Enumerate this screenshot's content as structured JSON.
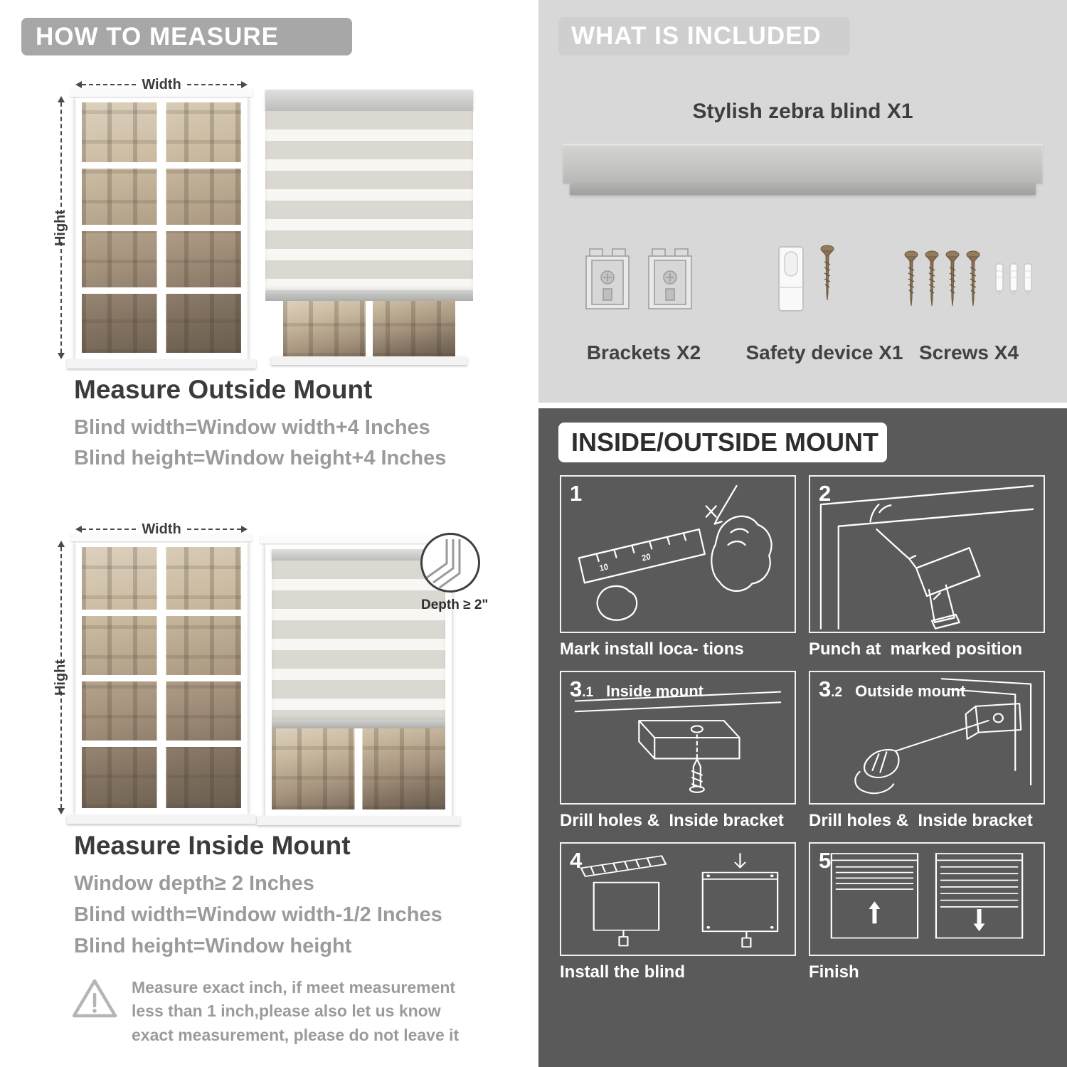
{
  "colors": {
    "header_gray": "#a7a7a7",
    "panel_light": "#d8d8d8",
    "panel_dark": "#5a5a5a",
    "heading_dark": "#3b3b3b",
    "body_gray": "#9b9b9b"
  },
  "left": {
    "header": "HOW TO MEASURE",
    "outside": {
      "width_label": "Width",
      "height_label": "Hight",
      "title": "Measure Outside Mount",
      "line1": "Blind width=Window width+4 Inches",
      "line2": "Blind height=Window height+4 Inches"
    },
    "inside": {
      "width_label": "Width",
      "height_label": "Hight",
      "depth_label": "Depth ≥ 2\"",
      "title": "Measure Inside Mount",
      "line1": "Window depth≥ 2 Inches",
      "line2": "Blind width=Window width-1/2 Inches",
      "line3": "Blind height=Window height"
    },
    "note": "Measure exact inch, if meet measurement less than 1 inch,please also let us know exact measurement, please do not leave it"
  },
  "included": {
    "header": "WHAT IS INCLUDED",
    "blind_label": "Stylish zebra blind X1",
    "items": [
      {
        "label": "Brackets X2"
      },
      {
        "label": "Safety device X1"
      },
      {
        "label": "Screws X4"
      }
    ]
  },
  "mount": {
    "header": "INSIDE/OUTSIDE MOUNT",
    "steps": [
      {
        "num": "1",
        "sub": "",
        "inline": "",
        "caption": "Mark install loca- tions"
      },
      {
        "num": "2",
        "sub": "",
        "inline": "",
        "caption": "Punch at  marked position"
      },
      {
        "num": "3",
        "sub": ".1",
        "inline": "Inside mount",
        "caption": "Drill holes &  Inside bracket"
      },
      {
        "num": "3",
        "sub": ".2",
        "inline": "Outside mount",
        "caption": "Drill holes &  Inside bracket"
      },
      {
        "num": "4",
        "sub": "",
        "inline": "",
        "caption": "Install the blind"
      },
      {
        "num": "5",
        "sub": "",
        "inline": "",
        "caption": "Finish"
      }
    ]
  }
}
